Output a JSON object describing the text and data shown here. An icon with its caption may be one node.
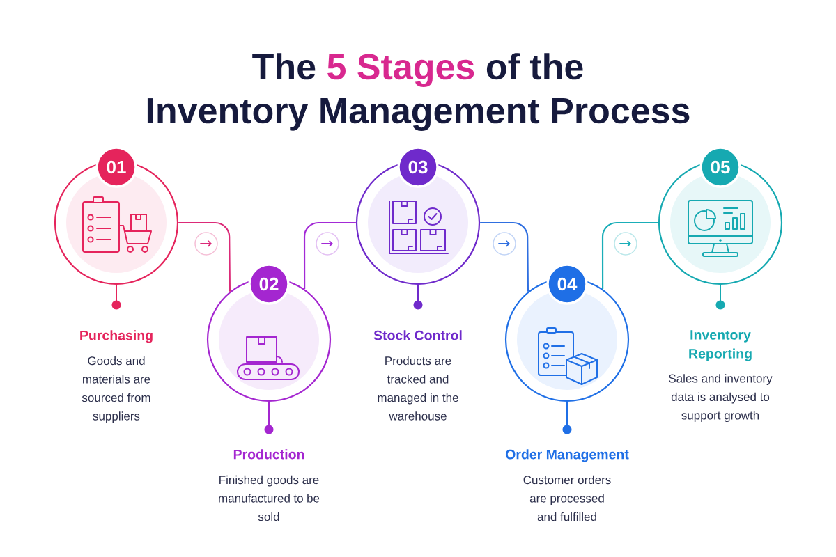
{
  "diagram": {
    "title": "The **5 Stages** of the Inventory Management Process",
    "nodes": [
      {
        "text": [
          "01"
        ],
        "beside": [
          "Purchasing",
          "Goods and materials are sourced from suppliers"
        ]
      },
      {
        "text": [
          "02"
        ],
        "beside": [
          "Production",
          "Finished goods are manufactured to be sold"
        ]
      },
      {
        "text": [
          "03"
        ],
        "beside": [
          "Stock Control",
          "Products are tracked and managed in the warehouse"
        ]
      },
      {
        "text": [
          "04"
        ],
        "beside": [
          "Order Management",
          "Customer orders are processed and fulfilled"
        ]
      },
      {
        "text": [
          "05"
        ],
        "beside": [
          "Inventory Reporting",
          "Sales and inventory data is analysed to support growth"
        ]
      }
    ],
    "edges": [
      {
        "from": 0,
        "to": 1,
        "arrow": "none",
        "color": "#dc2a78"
      },
      {
        "from": 1,
        "to": 2,
        "arrow": "none",
        "color": "#a32ad6"
      },
      {
        "from": 2,
        "to": 3,
        "arrow": "none",
        "color": "#2f6fe0"
      },
      {
        "from": 3,
        "to": 4,
        "arrow": "none",
        "color": "#1aaeb8"
      }
    ]
  }
}
